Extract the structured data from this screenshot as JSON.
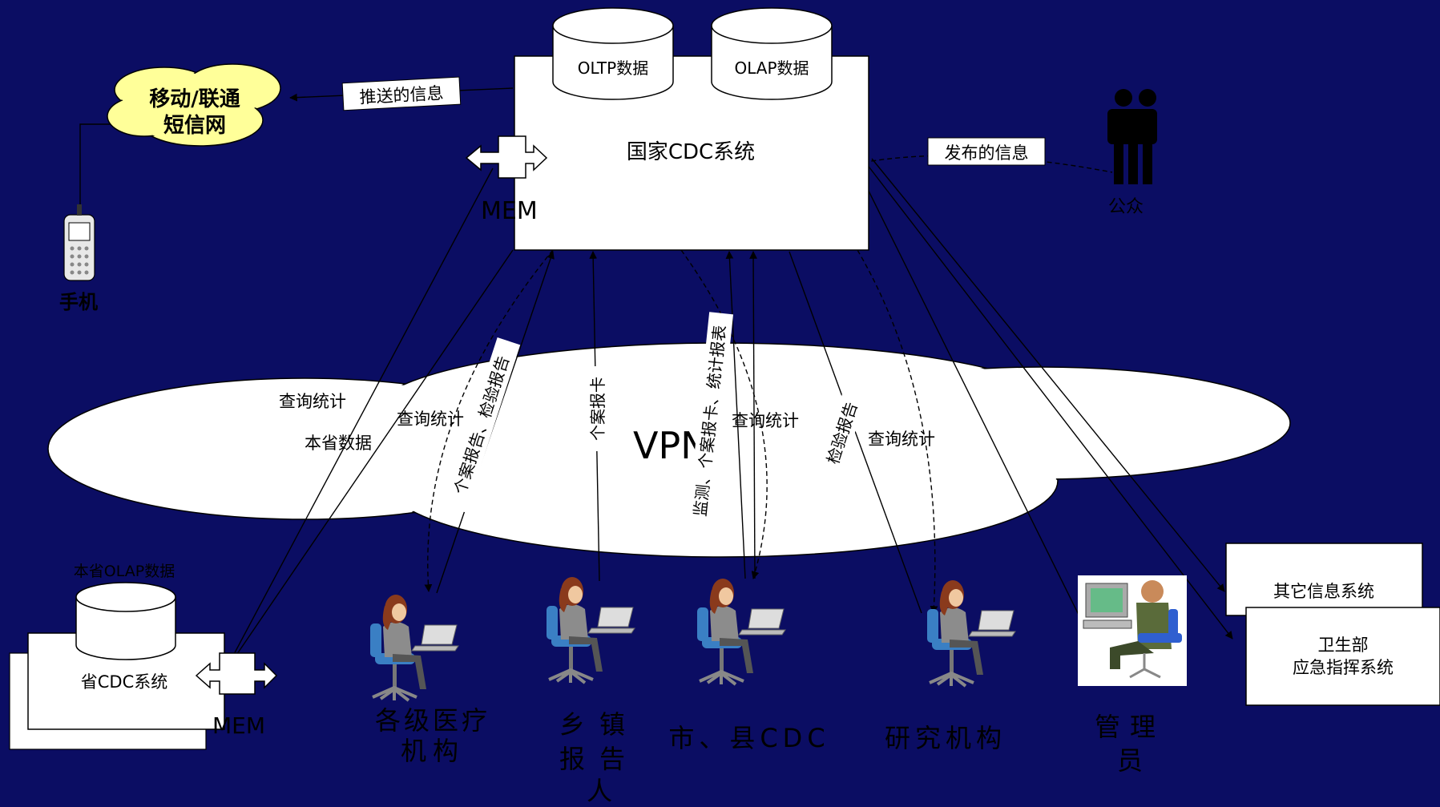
{
  "national": {
    "oltp": "OLTP数据",
    "olap": "OLAP数据",
    "title": "国家CDC系统",
    "mem": "MEM"
  },
  "sms": {
    "line1": "移动/联通",
    "line2": "短信网"
  },
  "phone": {
    "label": "手机"
  },
  "public": {
    "label": "公众"
  },
  "vpn": {
    "label": "VPN"
  },
  "province": {
    "olap_label": "本省OLAP数据",
    "title": "省CDC系统",
    "mem": "MEM"
  },
  "external": {
    "other_systems": "其它信息系统",
    "moh_line1": "卫生部",
    "moh_line2": "应急指挥系统"
  },
  "edges": {
    "pushed_info": "推送的信息",
    "published_info": "发布的信息",
    "query_stats_1": "查询统计",
    "province_data": "本省数据",
    "query_stats_2": "查询统计",
    "case_lab_report": "个案报告、检验报告",
    "case_card": "个案报卡",
    "monitoring_report": "监测、个案报卡、统计报表",
    "query_stats_3": "查询统计",
    "lab_report": "检验报告",
    "query_stats_4": "查询统计"
  },
  "actors": {
    "medical": {
      "line1": "各级医疗",
      "line2": "机构"
    },
    "township": {
      "line1": "乡镇",
      "line2": "报告",
      "line3": "人"
    },
    "city_cdc": {
      "line1": "市、县CDC"
    },
    "research": {
      "line1": "研究机构"
    },
    "admin": {
      "line1": "管理",
      "line2": "员"
    }
  },
  "colors": {
    "background": "#0b0d63",
    "sms_cloud": "#ffff99",
    "box": "#ffffff",
    "line": "#000000"
  }
}
